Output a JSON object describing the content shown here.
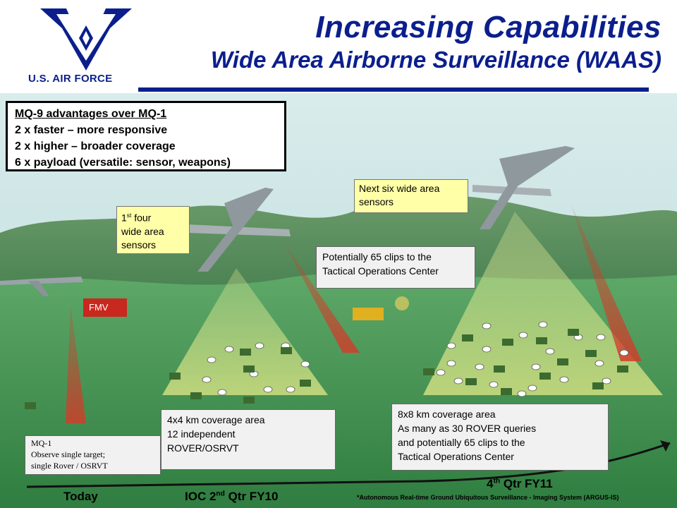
{
  "header": {
    "title": "Increasing Capabilities",
    "subtitle": "Wide Area Airborne Surveillance (WAAS)",
    "logo_text": "U.S. AIR FORCE"
  },
  "advantages": {
    "heading": "MQ-9 advantages over MQ-1",
    "items": [
      "2 x faster – more responsive",
      "2 x higher – broader coverage",
      "6 x payload (versatile: sensor, weapons)"
    ]
  },
  "callouts": {
    "first_four": {
      "pre": "1",
      "sup": "st",
      "rest": " four",
      "line2": "wide area",
      "line3": "sensors"
    },
    "next_six": {
      "line1": "Next six wide area",
      "line2": "sensors"
    },
    "clips": {
      "line1": "Potentially 65 clips to the",
      "line2": "Tactical Operations Center"
    },
    "fmv": "FMV",
    "mq1": {
      "line1": "MQ-1",
      "line2": "Observe single target;",
      "line3": "single Rover / OSRVT"
    },
    "coverage4": {
      "line1": "4x4 km coverage area",
      "line2": "12 independent",
      "line3": "ROVER/OSRVT"
    },
    "coverage8": {
      "line1": "8x8 km coverage area",
      "line2": "As many as 30 ROVER queries",
      "line3": "and potentially 65 clips to the",
      "line4": "Tactical Operations Center"
    }
  },
  "timeline": {
    "today": "Today",
    "ioc_pre": "IOC 2",
    "ioc_sup": "nd",
    "ioc_post": " Qtr FY10",
    "q4_pre": "4",
    "q4_sup": "th",
    "q4_post": " Qtr FY11"
  },
  "footnote": "*Autonomous Real-time Ground Ubiquitous Surveillance - Imaging System (ARGUS-IS)",
  "colors": {
    "title_blue": "#0b1f8c",
    "callout_yellow": "#ffffa8",
    "fmv_red": "#c8281e",
    "cone_yellow": "#e8f07a",
    "beam_red": "#d23c2a"
  }
}
